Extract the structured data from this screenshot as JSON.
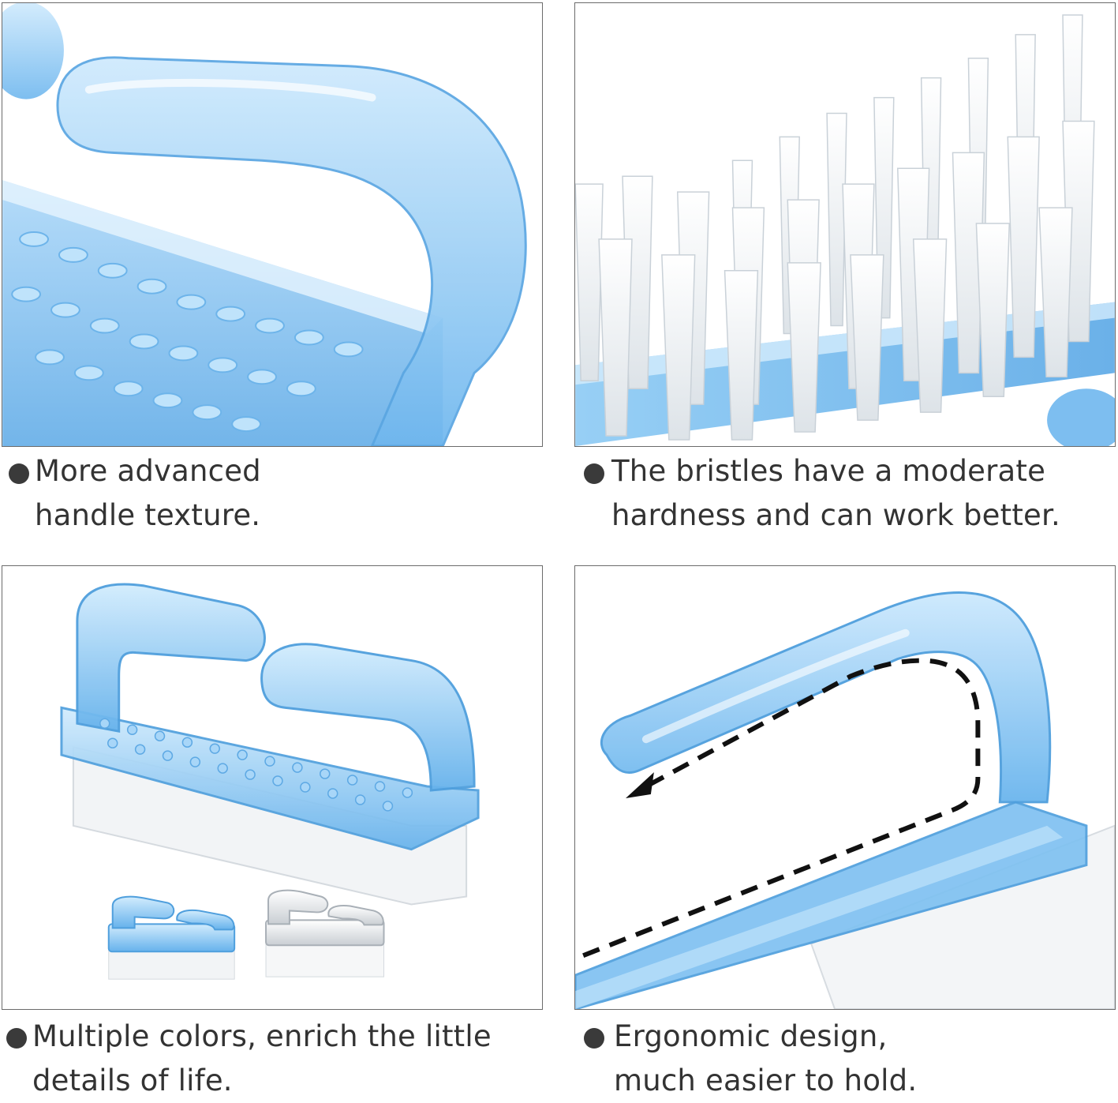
{
  "colors": {
    "handle_blue": "#7cc0f2",
    "handle_highlight": "#dff1fd",
    "bristle_white": "#f4f6f8",
    "frame_border": "#6b6b6b",
    "caption_text": "#333333",
    "bullet": "#3a3a3a"
  },
  "panels": [
    {
      "id": "handle-texture",
      "image_subject": "close-up of transparent blue brush handle",
      "caption_lines": [
        "More advanced",
        "handle texture."
      ]
    },
    {
      "id": "bristles",
      "image_subject": "close-up of white bristles on blue base",
      "caption_lines": [
        "The bristles have a moderate",
        "hardness and can work better."
      ]
    },
    {
      "id": "colors",
      "image_subject": "blue brush with smaller blue and clear variants",
      "caption_lines": [
        "Multiple colors, enrich the little",
        "details of life."
      ]
    },
    {
      "id": "ergonomic",
      "image_subject": "handle side view with dashed arrow grip path",
      "caption_lines": [
        "Ergonomic design,",
        "much easier to hold."
      ]
    }
  ]
}
